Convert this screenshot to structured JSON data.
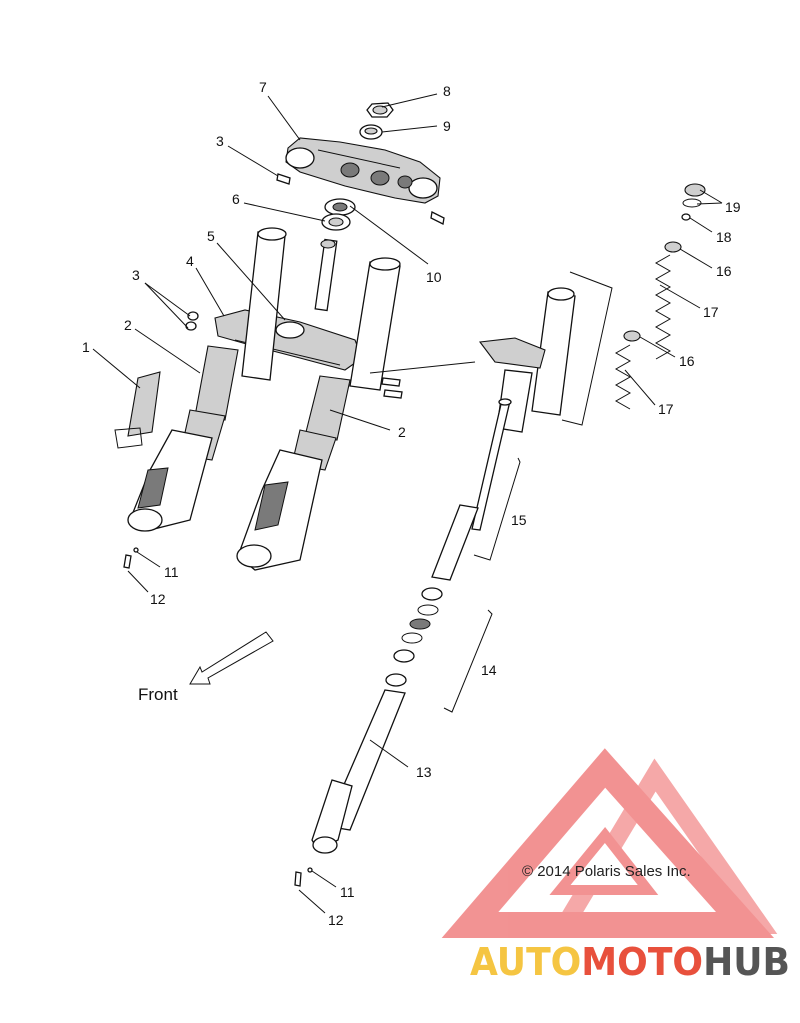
{
  "diagram": {
    "callouts": [
      {
        "id": "c7",
        "text": "7"
      },
      {
        "id": "c8",
        "text": "8"
      },
      {
        "id": "c9",
        "text": "9"
      },
      {
        "id": "c3a",
        "text": "3"
      },
      {
        "id": "c6",
        "text": "6"
      },
      {
        "id": "c10",
        "text": "10"
      },
      {
        "id": "c5",
        "text": "5"
      },
      {
        "id": "c4",
        "text": "4"
      },
      {
        "id": "c3b",
        "text": "3"
      },
      {
        "id": "c2a",
        "text": "2"
      },
      {
        "id": "c1",
        "text": "1"
      },
      {
        "id": "c2b",
        "text": "2"
      },
      {
        "id": "c11a",
        "text": "11"
      },
      {
        "id": "c12a",
        "text": "12"
      },
      {
        "id": "c19",
        "text": "19"
      },
      {
        "id": "c18",
        "text": "18"
      },
      {
        "id": "c16a",
        "text": "16"
      },
      {
        "id": "c17a",
        "text": "17"
      },
      {
        "id": "c16b",
        "text": "16"
      },
      {
        "id": "c17b",
        "text": "17"
      },
      {
        "id": "c15",
        "text": "15"
      },
      {
        "id": "c14",
        "text": "14"
      },
      {
        "id": "c13",
        "text": "13"
      },
      {
        "id": "c11b",
        "text": "11"
      },
      {
        "id": "c12b",
        "text": "12"
      }
    ],
    "front_label": "Front",
    "copyright": "© 2014 Polaris Sales Inc."
  },
  "watermark": {
    "part1": "AUTO",
    "part2": "MOTO",
    "part3": "HUB",
    "color_auto": "#f5c542",
    "color_moto": "#e8503c",
    "color_hub": "#555555",
    "triangle_color": "#f08080"
  }
}
